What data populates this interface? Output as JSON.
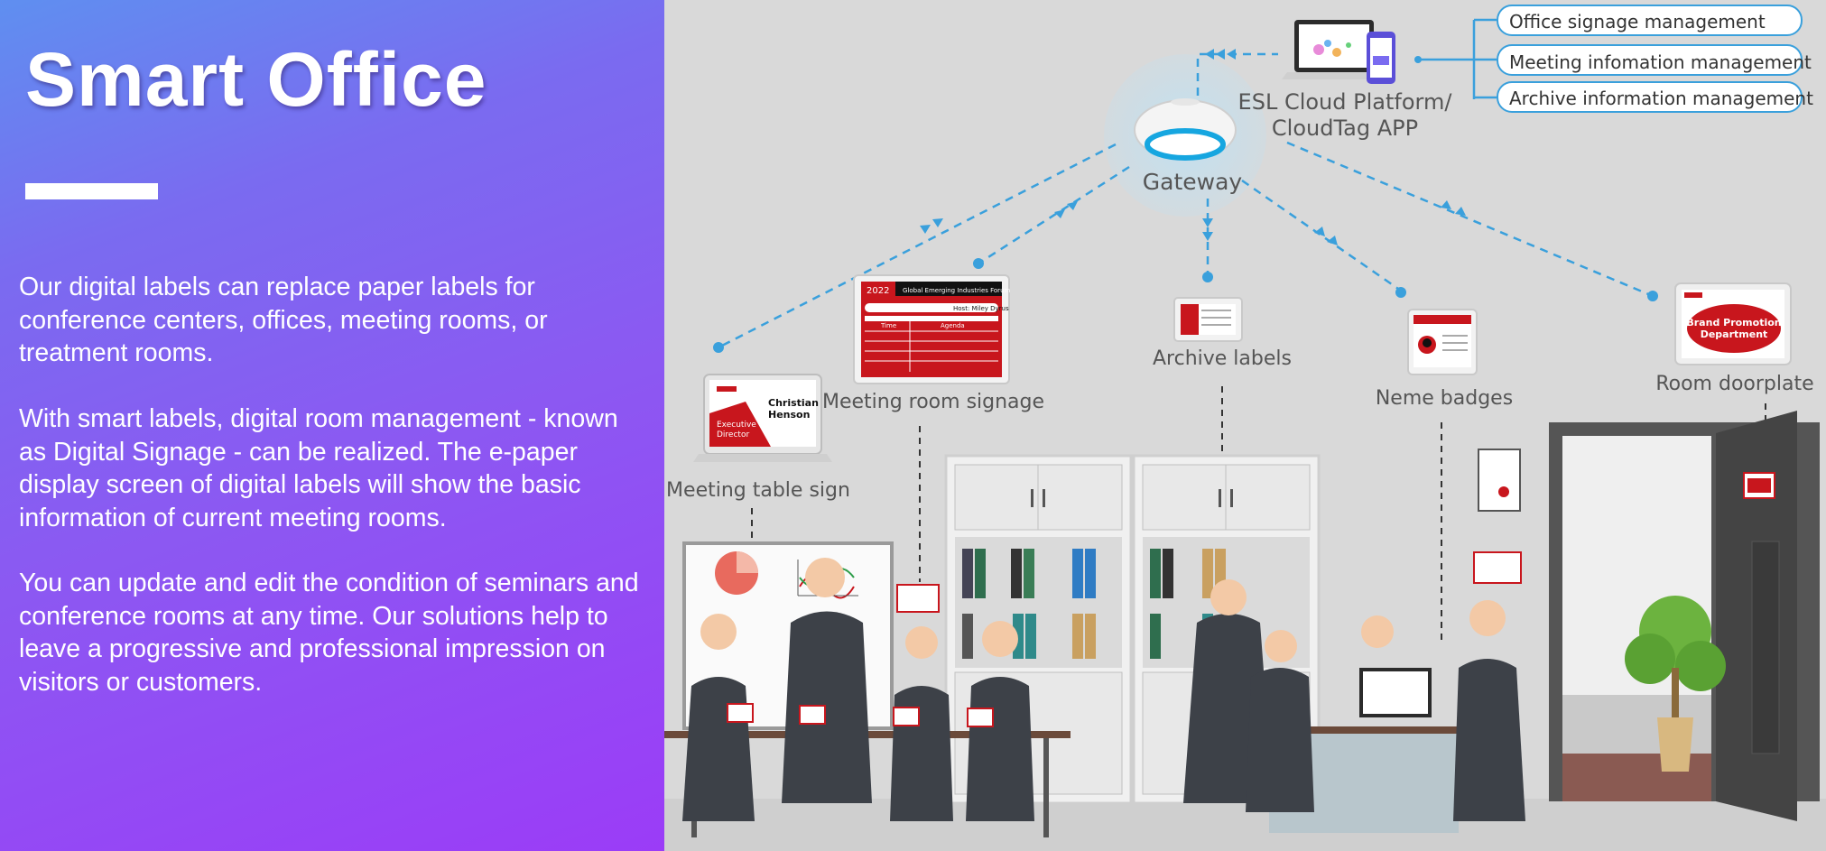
{
  "slide": {
    "title": "Smart Office",
    "paragraphs": [
      "Our digital labels can replace paper labels for conference centers, offices, meeting rooms, or treatment rooms.",
      "With smart labels, digital room management - known as Digital Signage - can be realized. The e-paper display screen of digital labels will show the basic information of current meeting rooms.",
      "You can update and edit the condition of seminars and conference rooms at any time. Our solutions help to leave a progressive and professional impression on visitors or customers."
    ]
  },
  "diagram": {
    "platform": {
      "line1": "ESL Cloud Platform/",
      "line2": "CloudTag APP"
    },
    "gateway": "Gateway",
    "features": [
      "Office signage management",
      "Meeting infomation management",
      "Archive information management"
    ],
    "labels": {
      "meeting_table_sign": "Meeting table sign",
      "meeting_room_signage": "Meeting room signage",
      "archive_labels": "Archive labels",
      "name_badges": "Neme badges",
      "room_doorplate": "Room doorplate"
    },
    "table_sign": {
      "name_line1": "Christian",
      "name_line2": "Henson",
      "role_line1": "Executive",
      "role_line2": "Director"
    },
    "signage": {
      "year": "2022",
      "event": "Global Emerging Industries Forum",
      "host": "Host: Miley Dyrus",
      "col_time": "Time",
      "col_agenda": "Agenda"
    },
    "doorplate": {
      "line1": "Brand Promotion",
      "line2": "Department"
    }
  },
  "colors": {
    "accent_blue": "#3aa0dc",
    "brand_red": "#c8161d",
    "panel_purple": "#8c58f2"
  }
}
